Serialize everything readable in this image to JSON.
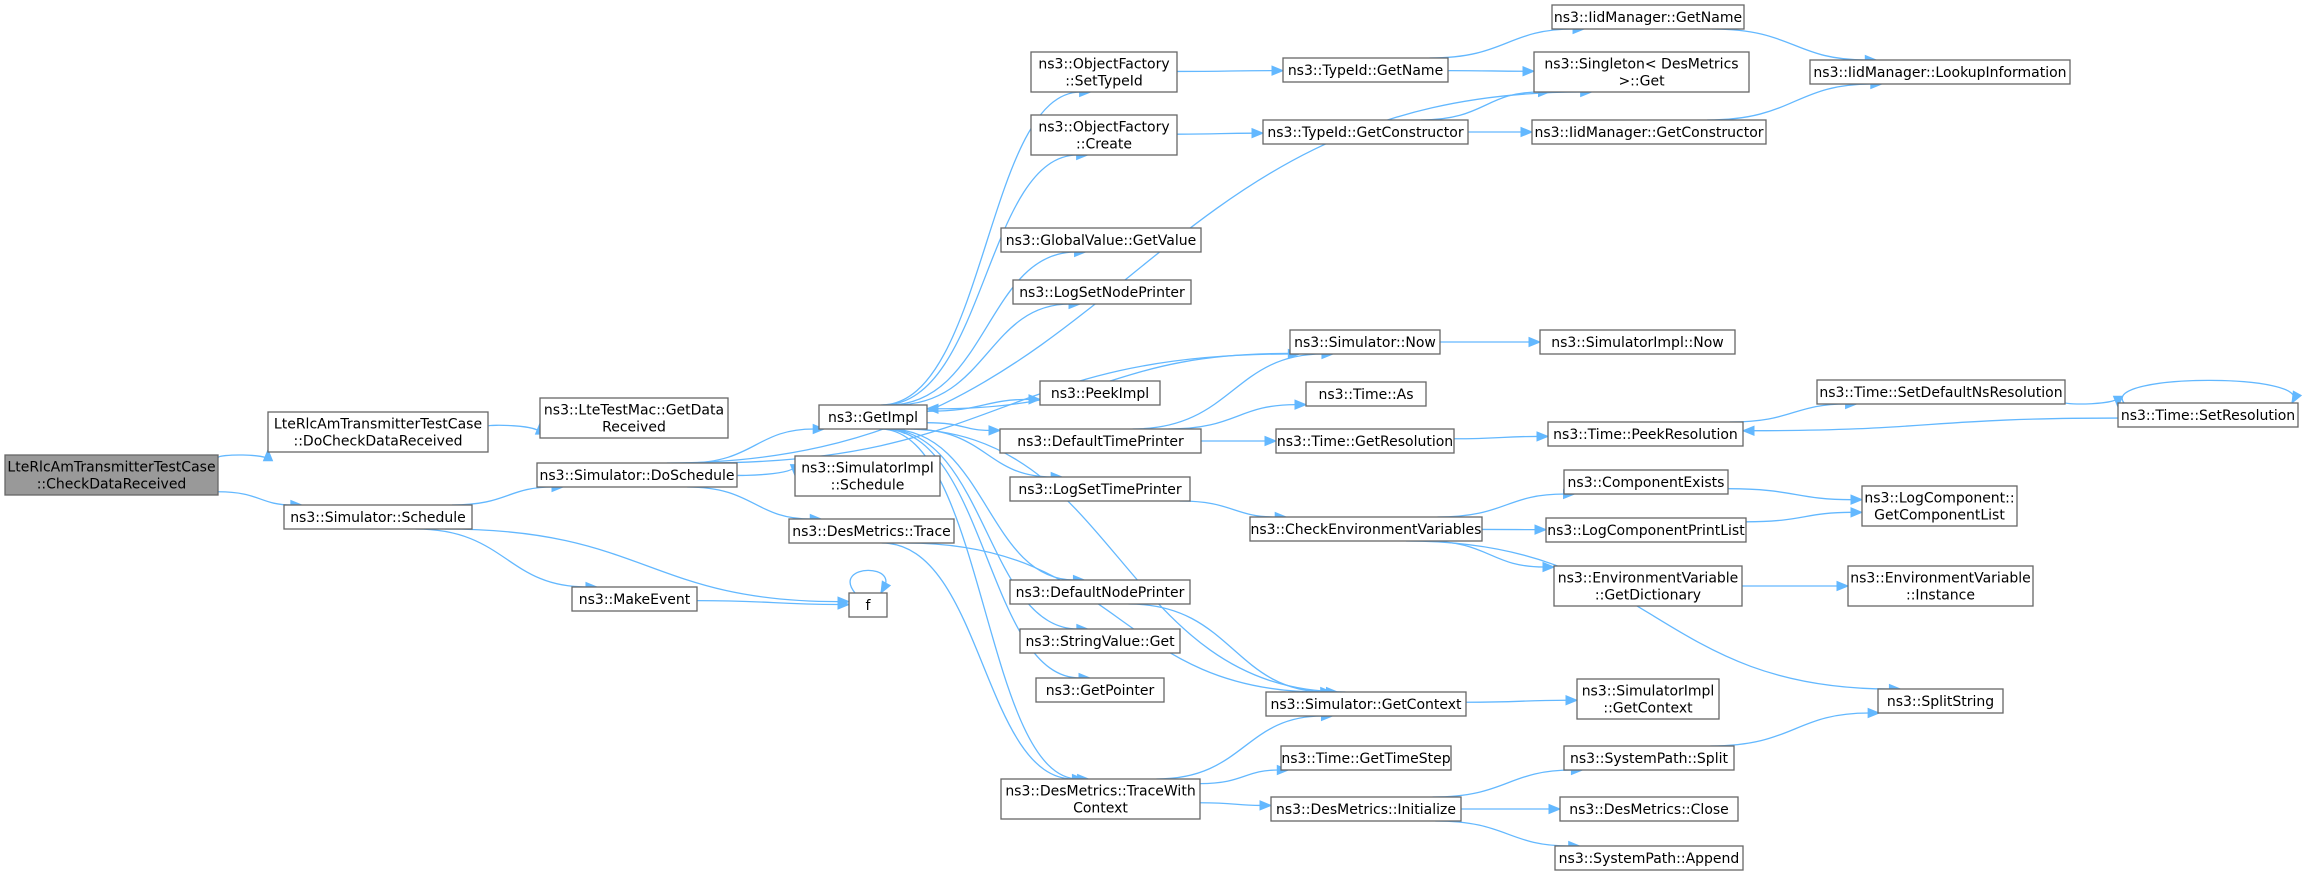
{
  "graph": {
    "nodes": {
      "root": [
        "LteRlcAmTransmitterTestCase",
        "::CheckDataReceived"
      ],
      "docheck": [
        "LteRlcAmTransmitterTestCase",
        "::DoCheckDataReceived"
      ],
      "getdata": [
        "ns3::LteTestMac::GetData",
        "Received"
      ],
      "schedule": [
        "ns3::Simulator::Schedule"
      ],
      "doschedule": [
        "ns3::Simulator::DoSchedule"
      ],
      "makeevent": [
        "ns3::MakeEvent"
      ],
      "f": [
        "f"
      ],
      "getimpl": [
        "ns3::GetImpl"
      ],
      "simimplschedule": [
        "ns3::SimulatorImpl",
        "::Schedule"
      ],
      "trace": [
        "ns3::DesMetrics::Trace"
      ],
      "setTypeId": [
        "ns3::ObjectFactory",
        "::SetTypeId"
      ],
      "create": [
        "ns3::ObjectFactory",
        "::Create"
      ],
      "globalvalue": [
        "ns3::GlobalValue::GetValue"
      ],
      "lognodeprinter": [
        "ns3::LogSetNodePrinter"
      ],
      "peekimpl": [
        "ns3::PeekImpl"
      ],
      "defaulttimeprinter": [
        "ns3::DefaultTimePrinter"
      ],
      "logtimeprinter": [
        "ns3::LogSetTimePrinter"
      ],
      "defaultnodeprinter": [
        "ns3::DefaultNodePrinter"
      ],
      "stringvalue": [
        "ns3::StringValue::Get"
      ],
      "getpointer": [
        "ns3::GetPointer"
      ],
      "tracewith": [
        "ns3::DesMetrics::TraceWith",
        "Context"
      ],
      "typeidgetname": [
        "ns3::TypeId::GetName"
      ],
      "typeidgetctor": [
        "ns3::TypeId::GetConstructor"
      ],
      "simnow": [
        "ns3::Simulator::Now"
      ],
      "timeas": [
        "ns3::Time::As"
      ],
      "timegetres": [
        "ns3::Time::GetResolution"
      ],
      "checkenv": [
        "ns3::CheckEnvironmentVariables"
      ],
      "simgetcontext": [
        "ns3::Simulator::GetContext"
      ],
      "gettimestep": [
        "ns3::Time::GetTimeStep"
      ],
      "desinit": [
        "ns3::DesMetrics::Initialize"
      ],
      "iidgetname": [
        "ns3::IidManager::GetName"
      ],
      "singleton": [
        "ns3::Singleton< DesMetrics",
        ">::Get"
      ],
      "iidgetctor": [
        "ns3::IidManager::GetConstructor"
      ],
      "simimplnow": [
        "ns3::SimulatorImpl::Now"
      ],
      "peekres": [
        "ns3::Time::PeekResolution"
      ],
      "compexists": [
        "ns3::ComponentExists"
      ],
      "logcompprint": [
        "ns3::LogComponentPrintList"
      ],
      "envdict": [
        "ns3::EnvironmentVariable",
        "::GetDictionary"
      ],
      "simimplctx": [
        "ns3::SimulatorImpl",
        "::GetContext"
      ],
      "syssplit": [
        "ns3::SystemPath::Split"
      ],
      "desclose": [
        "ns3::DesMetrics::Close"
      ],
      "sysappend": [
        "ns3::SystemPath::Append"
      ],
      "iidlookup": [
        "ns3::IidManager::LookupInformation"
      ],
      "setdefaultns": [
        "ns3::Time::SetDefaultNsResolution"
      ],
      "setres": [
        "ns3::Time::SetResolution"
      ],
      "getcomplist": [
        "ns3::LogComponent::",
        "GetComponentList"
      ],
      "envinstance": [
        "ns3::EnvironmentVariable",
        "::Instance"
      ],
      "splitstring": [
        "ns3::SplitString"
      ]
    },
    "edges": [
      [
        "root",
        "docheck"
      ],
      [
        "root",
        "schedule"
      ],
      [
        "docheck",
        "getdata"
      ],
      [
        "schedule",
        "doschedule"
      ],
      [
        "schedule",
        "makeevent"
      ],
      [
        "schedule",
        "f"
      ],
      [
        "makeevent",
        "f"
      ],
      [
        "f",
        "f"
      ],
      [
        "doschedule",
        "getimpl"
      ],
      [
        "doschedule",
        "simimplschedule"
      ],
      [
        "doschedule",
        "trace"
      ],
      [
        "doschedule",
        "simnow"
      ],
      [
        "doschedule",
        "singleton"
      ],
      [
        "trace",
        "tracewith"
      ],
      [
        "trace",
        "simgetcontext"
      ],
      [
        "getimpl",
        "setTypeId"
      ],
      [
        "getimpl",
        "create"
      ],
      [
        "getimpl",
        "globalvalue"
      ],
      [
        "getimpl",
        "lognodeprinter"
      ],
      [
        "getimpl",
        "peekimpl"
      ],
      [
        "getimpl",
        "defaulttimeprinter"
      ],
      [
        "getimpl",
        "logtimeprinter"
      ],
      [
        "getimpl",
        "defaultnodeprinter"
      ],
      [
        "getimpl",
        "stringvalue"
      ],
      [
        "getimpl",
        "getpointer"
      ],
      [
        "getimpl",
        "tracewith"
      ],
      [
        "setTypeId",
        "typeidgetname"
      ],
      [
        "create",
        "typeidgetctor"
      ],
      [
        "typeidgetname",
        "iidgetname"
      ],
      [
        "typeidgetname",
        "singleton"
      ],
      [
        "typeidgetctor",
        "singleton"
      ],
      [
        "typeidgetctor",
        "iidgetctor"
      ],
      [
        "iidgetname",
        "iidlookup"
      ],
      [
        "iidgetctor",
        "iidlookup"
      ],
      [
        "simnow",
        "getimpl"
      ],
      [
        "simnow",
        "simimplnow"
      ],
      [
        "defaulttimeprinter",
        "simnow"
      ],
      [
        "defaulttimeprinter",
        "timeas"
      ],
      [
        "defaulttimeprinter",
        "timegetres"
      ],
      [
        "timegetres",
        "peekres"
      ],
      [
        "setres",
        "peekres"
      ],
      [
        "setres",
        "setres"
      ],
      [
        "peekres",
        "setdefaultns"
      ],
      [
        "setdefaultns",
        "setres"
      ],
      [
        "logtimeprinter",
        "checkenv"
      ],
      [
        "checkenv",
        "compexists"
      ],
      [
        "checkenv",
        "logcompprint"
      ],
      [
        "checkenv",
        "envdict"
      ],
      [
        "checkenv",
        "splitstring"
      ],
      [
        "compexists",
        "getcomplist"
      ],
      [
        "logcompprint",
        "getcomplist"
      ],
      [
        "envdict",
        "envinstance"
      ],
      [
        "defaultnodeprinter",
        "simgetcontext"
      ],
      [
        "simgetcontext",
        "getimpl"
      ],
      [
        "simgetcontext",
        "simimplctx"
      ],
      [
        "tracewith",
        "simgetcontext"
      ],
      [
        "tracewith",
        "gettimestep"
      ],
      [
        "tracewith",
        "desinit"
      ],
      [
        "desinit",
        "syssplit"
      ],
      [
        "desinit",
        "desclose"
      ],
      [
        "desinit",
        "sysappend"
      ],
      [
        "syssplit",
        "splitstring"
      ]
    ]
  }
}
